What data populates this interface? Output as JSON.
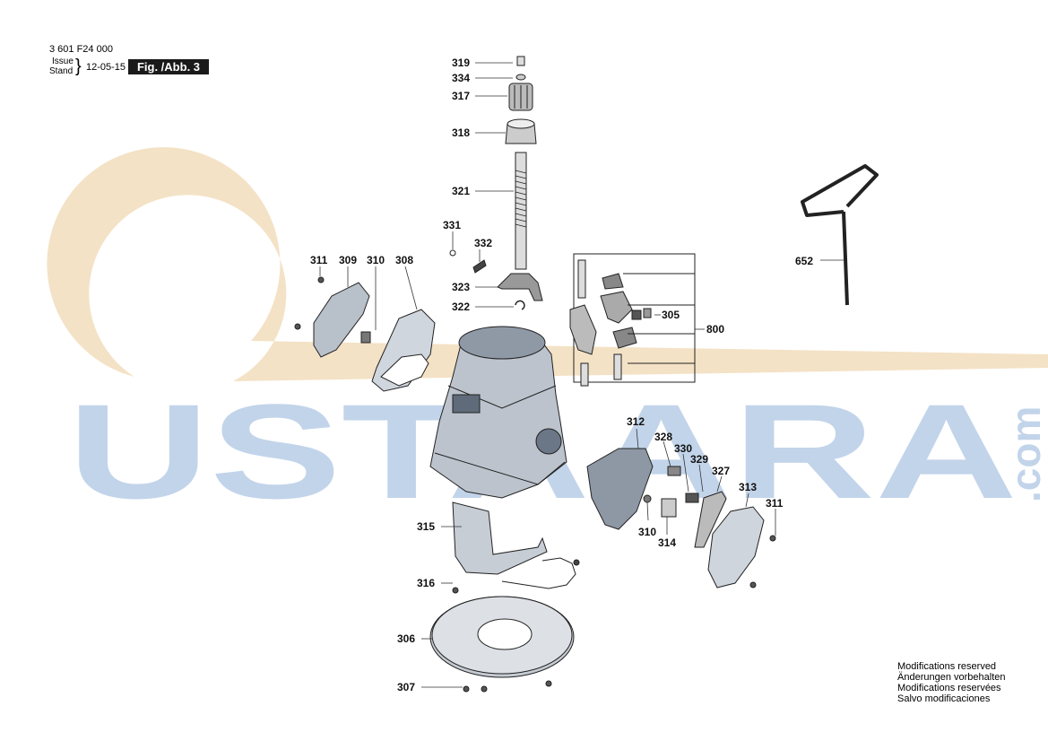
{
  "header": {
    "part_number": "3 601 F24 000",
    "issue_label": "Issue",
    "stand_label": "Stand",
    "date": "12-05-15",
    "figure": "Fig. /Abb. 3"
  },
  "watermark": {
    "text": "USTAARA",
    "suffix": ".com",
    "color": "#aec6e3",
    "swoosh_color": "#f3dfc0"
  },
  "footer": {
    "lines": [
      "Modifications reserved",
      "Änderungen vorbehalten",
      "Modifications reservées",
      "Salvo modificaciones"
    ]
  },
  "parts": {
    "p319": "319",
    "p334": "334",
    "p317": "317",
    "p318": "318",
    "p321": "321",
    "p331": "331",
    "p332": "332",
    "p323": "323",
    "p322": "322",
    "p311a": "311",
    "p309": "309",
    "p310a": "310",
    "p308": "308",
    "p305": "305",
    "p800": "800",
    "p652": "652",
    "p312": "312",
    "p328": "328",
    "p330": "330",
    "p329": "329",
    "p327": "327",
    "p313": "313",
    "p311b": "311",
    "p310b": "310",
    "p314": "314",
    "p315": "315",
    "p316": "316",
    "p306": "306",
    "p307": "307"
  }
}
